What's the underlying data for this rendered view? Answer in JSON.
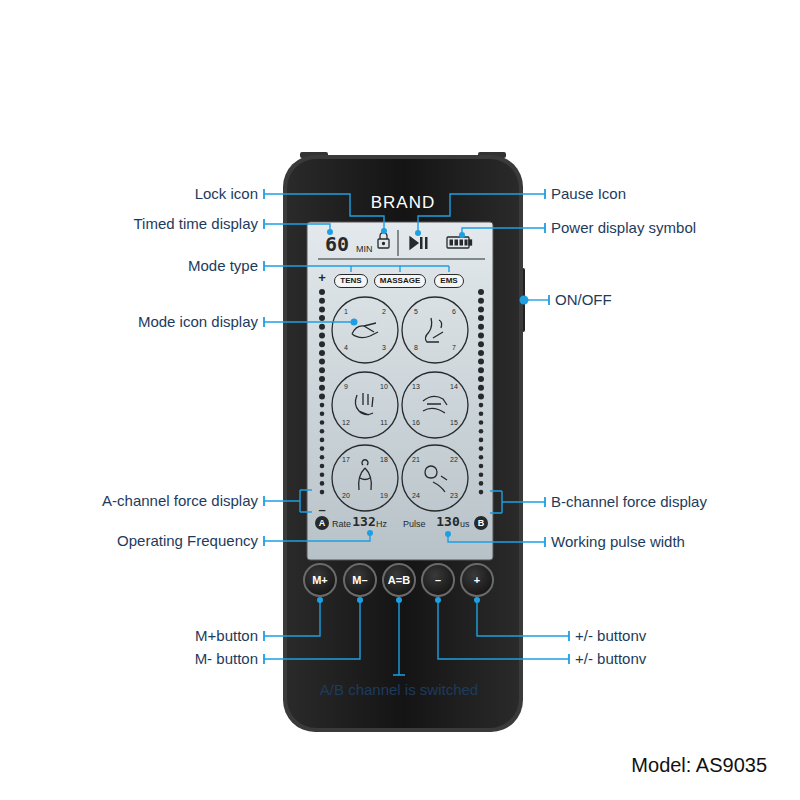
{
  "diagram": {
    "nodes": [
      {
        "text": [
          "BRAND"
        ]
      },
      {
        "text": [
          "TENS"
        ],
        "in": 0
      },
      {
        "text": [
          "MASSAGE"
        ],
        "in": 0
      },
      {
        "text": [
          "EMS"
        ],
        "in": 0
      },
      {
        "text": [
          "M+"
        ],
        "in": 0
      },
      {
        "text": [
          "M–"
        ],
        "in": 0
      },
      {
        "text": [
          "A=B"
        ],
        "in": 0
      },
      {
        "text": [
          "–"
        ],
        "in": 0
      },
      {
        "text": [
          "+"
        ],
        "in": 0
      }
    ],
    "labels": [
      "Lock icon",
      "Timed time display",
      "Mode type",
      "Mode icon display",
      "A-channel force display",
      "Operating Frequency",
      "M+button",
      "M- button",
      "A/B channel is switched",
      "Pause Icon",
      "Power display symbol",
      "ON/OFF",
      "B-channel force display",
      "Working pulse width",
      "+/- buttonv",
      "+/- buttonv",
      "Model: AS9035",
      "60",
      "MIN",
      "Rate",
      "132",
      "Hz",
      "Pulse",
      "130",
      "us",
      "+",
      "–",
      "A",
      "B",
      "1",
      "2",
      "3",
      "4",
      "5",
      "6",
      "7",
      "8",
      "9",
      "10",
      "11",
      "12",
      "13",
      "14",
      "15",
      "16",
      "17",
      "18",
      "19",
      "20",
      "21",
      "22",
      "23",
      "24"
    ]
  }
}
